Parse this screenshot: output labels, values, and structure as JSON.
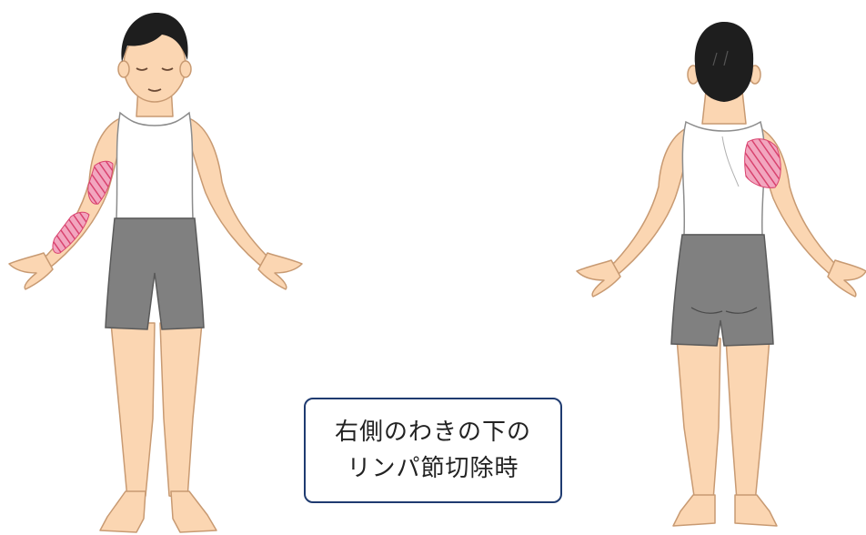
{
  "caption": {
    "line1": "右側のわきの下の",
    "line2": "リンパ節切除時"
  },
  "figures": [
    {
      "view": "front",
      "highlighted_areas": [
        "right-upper-arm-inner",
        "right-forearm-inner"
      ]
    },
    {
      "view": "back",
      "highlighted_areas": [
        "right-shoulder-back"
      ]
    }
  ],
  "colors": {
    "skin": "#fbd6b2",
    "skin_outline": "#c89a72",
    "hair": "#1e1e1e",
    "shirt": "#ffffff",
    "shorts": "#808080",
    "highlight": "#e86a93",
    "caption_border": "#1f3b70"
  }
}
